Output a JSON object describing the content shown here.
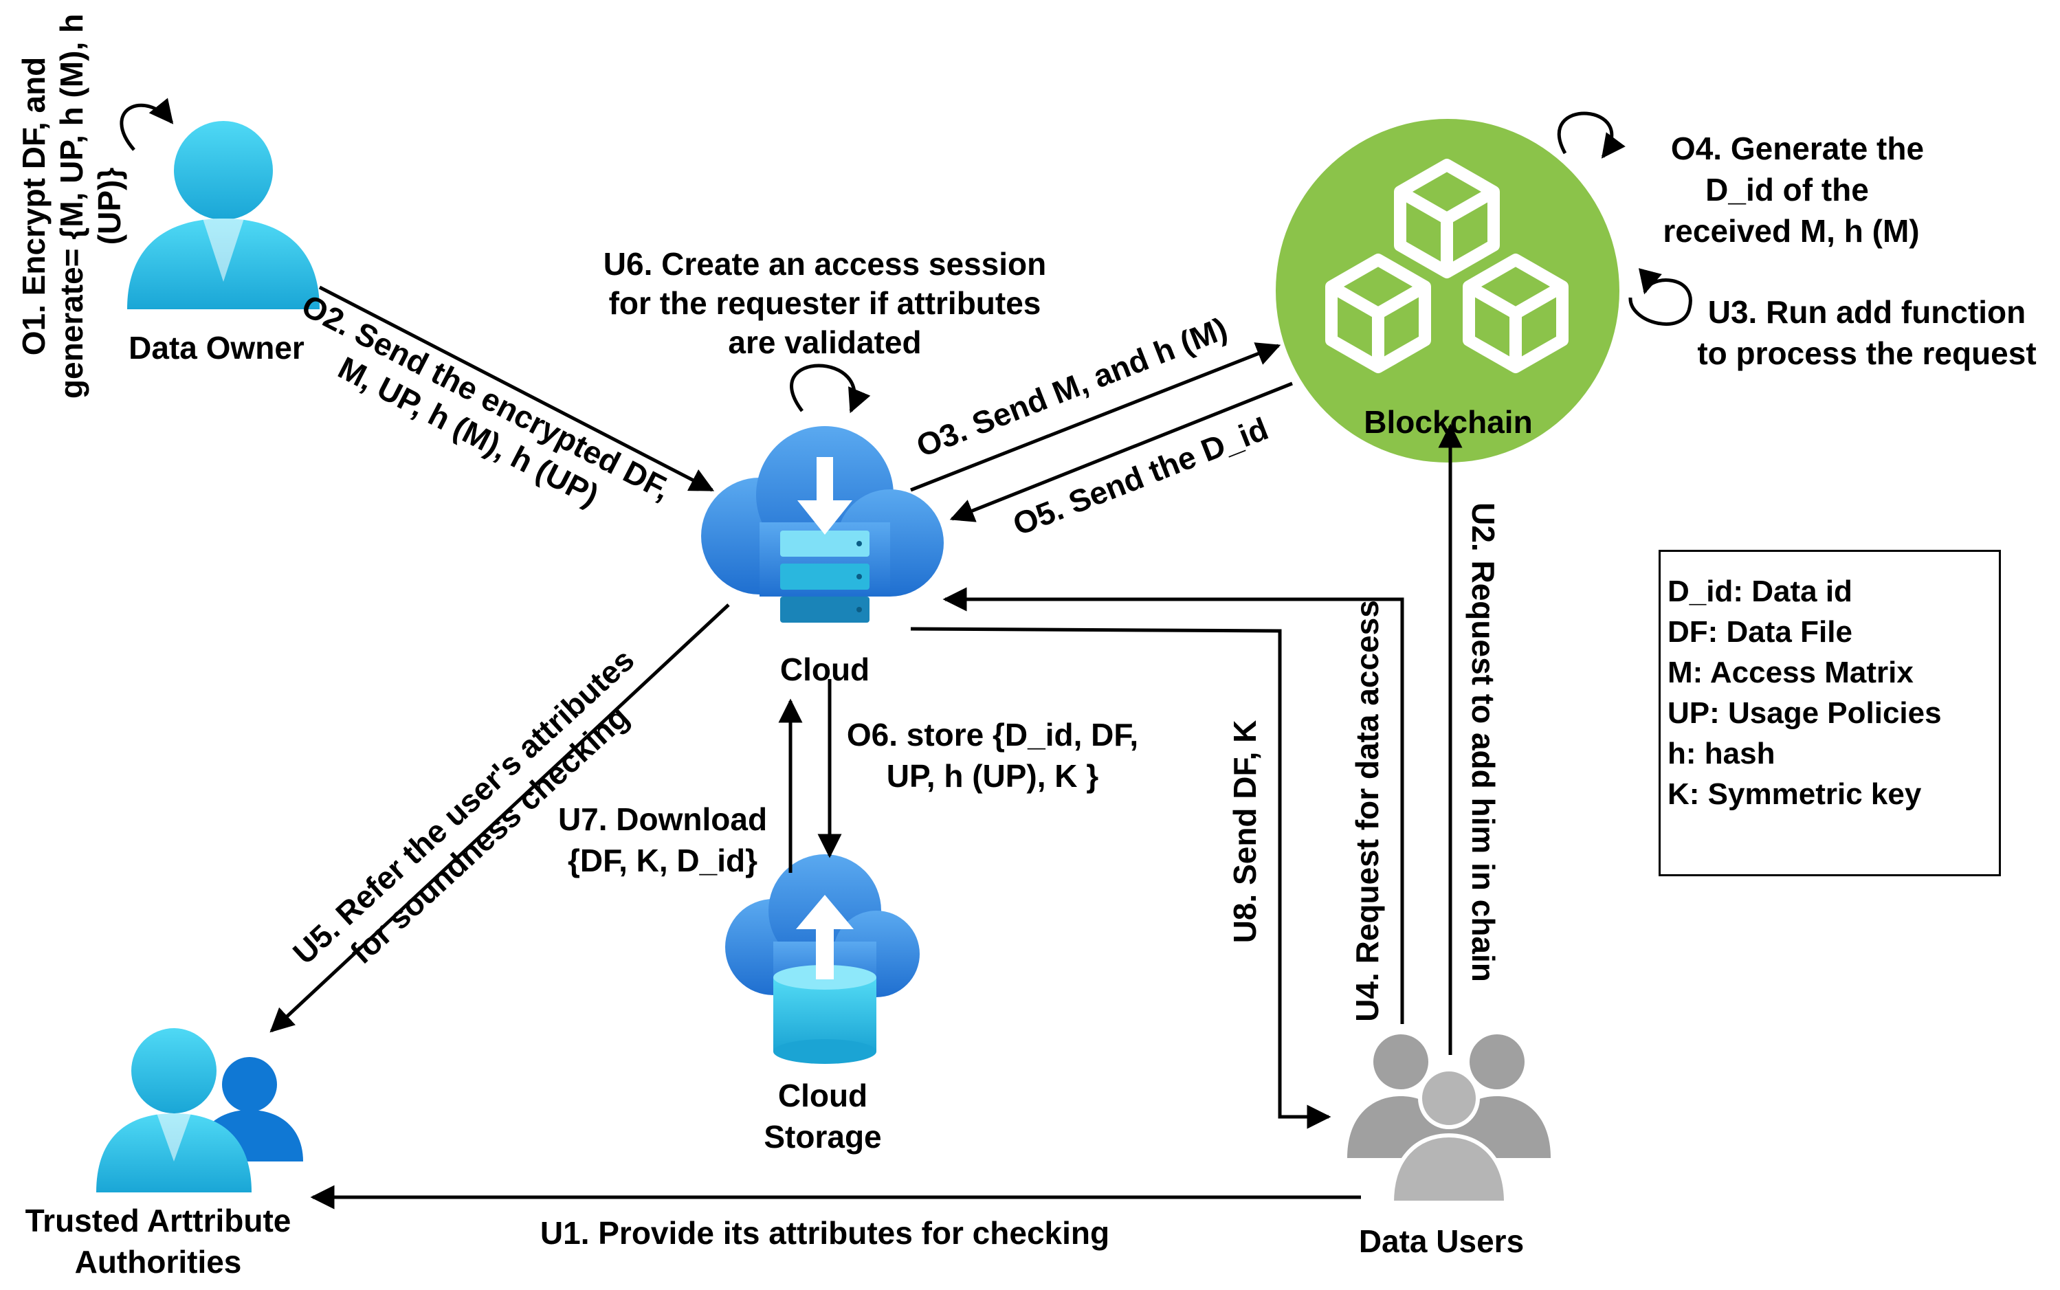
{
  "nodes": {
    "data_owner": "Data Owner",
    "cloud": "Cloud",
    "cloud_storage": [
      "Cloud",
      "Storage"
    ],
    "blockchain": "Blockchain",
    "trusted_authorities": [
      "Trusted Arttribute",
      "Authorities"
    ],
    "data_users": "Data Users"
  },
  "steps": {
    "o1": [
      "O1. Encrypt DF, and",
      "generate= {M, UP, h (M), h",
      "(UP)}"
    ],
    "o2": [
      "O2. Send the encrypted DF,",
      "M, UP, h (M), h (UP)"
    ],
    "o3": "O3. Send M, and h (M)",
    "o4": [
      "O4. Generate the",
      "D_id of the",
      "received M, h (M)"
    ],
    "o5": "O5. Send the D_id",
    "o6": [
      "O6. store {D_id, DF,",
      "UP, h (UP), K }"
    ],
    "u1": "U1. Provide its attributes for checking",
    "u2": "U2. Request to add him in chain",
    "u3": [
      "U3. Run add function",
      "to process the request"
    ],
    "u4": "U4. Request for data access",
    "u5": [
      "U5. Refer the user's attributes",
      "for soundness checking"
    ],
    "u6": [
      "U6. Create an access session",
      "for the requester if attributes",
      "are validated"
    ],
    "u7": [
      "U7. Download",
      "{DF, K, D_id}"
    ],
    "u8": "U8. Send DF, K"
  },
  "legend": [
    "D_id: Data id",
    "DF: Data File",
    "M: Access Matrix",
    "UP: Usage Policies",
    "h: hash",
    "K: Symmetric key"
  ],
  "icons": {
    "data_owner": "user-icon",
    "cloud": "cloud-server-icon",
    "cloud_storage": "cloud-upload-storage-icon",
    "blockchain": "blockchain-cubes-icon",
    "trusted_authorities": "user-group-icon",
    "data_users": "users-icon"
  },
  "colors": {
    "person_blue": "#2ec4e8",
    "authority_blue": "#1078d4",
    "cloud_blue": "#3a8ee6",
    "blockchain_green": "#8bc34a",
    "users_gray": "#a0a0a0",
    "arrow": "#000000"
  }
}
